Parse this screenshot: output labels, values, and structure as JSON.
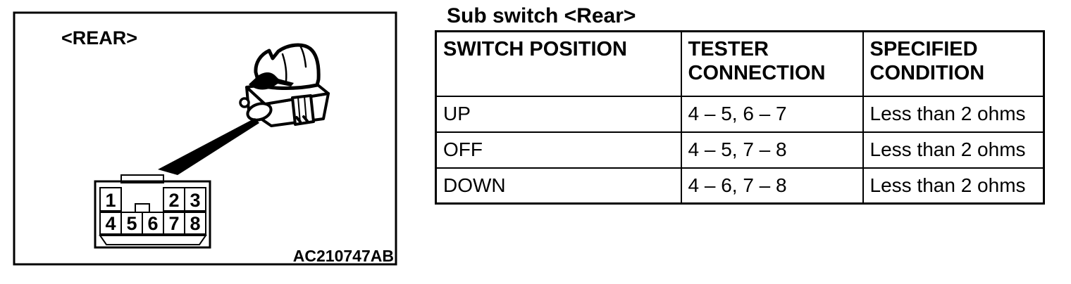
{
  "figure": {
    "label": "<REAR>",
    "code": "AC210747AB",
    "connector": {
      "pins": [
        "1",
        "2",
        "3",
        "4",
        "5",
        "6",
        "7",
        "8"
      ]
    }
  },
  "spec": {
    "title": "Sub switch <Rear>",
    "headers": [
      "SWITCH POSITION",
      "TESTER CONNECTION",
      "SPECIFIED CONDITION"
    ],
    "rows": [
      [
        "UP",
        "4 – 5, 6 – 7",
        "Less than 2 ohms"
      ],
      [
        "OFF",
        "4 – 5, 7 – 8",
        "Less than 2 ohms"
      ],
      [
        "DOWN",
        "4 – 6, 7 – 8",
        "Less than 2 ohms"
      ]
    ]
  },
  "colors": {
    "ink": "#000000",
    "paper": "#ffffff"
  }
}
